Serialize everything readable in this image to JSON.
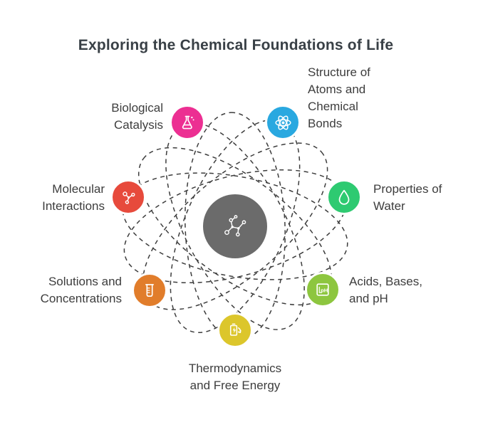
{
  "title": "Exploring the Chemical Foundations of Life",
  "background_color": "#ffffff",
  "text_color": "#3d3d3d",
  "orbits": {
    "style": "dashed",
    "color": "#3d3d3d"
  },
  "center": {
    "id": "chemistry-hub",
    "icon": "molecule-network-icon",
    "color": "#6b6b6b"
  },
  "nodes": [
    {
      "id": "structure-of-atoms-and-chemical-bonds",
      "label": "Structure of Atoms and Chemical Bonds",
      "label_lines": [
        "Structure of",
        "Atoms and",
        "Chemical",
        "Bonds"
      ],
      "color": "#29a8e0",
      "icon": "atom-icon"
    },
    {
      "id": "biological-catalysis",
      "label": "Biological Catalysis",
      "label_lines": [
        "Biological",
        "Catalysis"
      ],
      "color": "#ec2f92",
      "icon": "flask-icon"
    },
    {
      "id": "properties-of-water",
      "label": "Properties of Water",
      "label_lines": [
        "Properties of",
        "Water"
      ],
      "color": "#2eca71",
      "icon": "water-drop-icon"
    },
    {
      "id": "molecular-interactions",
      "label": "Molecular Interactions",
      "label_lines": [
        "Molecular",
        "Interactions"
      ],
      "color": "#e74a3c",
      "icon": "molecule-icon"
    },
    {
      "id": "acids-bases-and-ph",
      "label": "Acids, Bases, and pH",
      "label_lines": [
        "Acids, Bases,",
        "and pH"
      ],
      "color": "#8dc63f",
      "icon": "ph-meter-icon",
      "icon_text": "pH"
    },
    {
      "id": "solutions-and-concentrations",
      "label": "Solutions and Concentrations",
      "label_lines": [
        "Solutions and",
        "Concentrations"
      ],
      "color": "#e17d2b",
      "icon": "beaker-icon"
    },
    {
      "id": "thermodynamics-and-free-energy",
      "label": "Thermodynamics and Free Energy",
      "label_lines": [
        "Thermodynamics",
        "and Free Energy"
      ],
      "color": "#dcc62b",
      "icon": "energy-icon"
    }
  ]
}
